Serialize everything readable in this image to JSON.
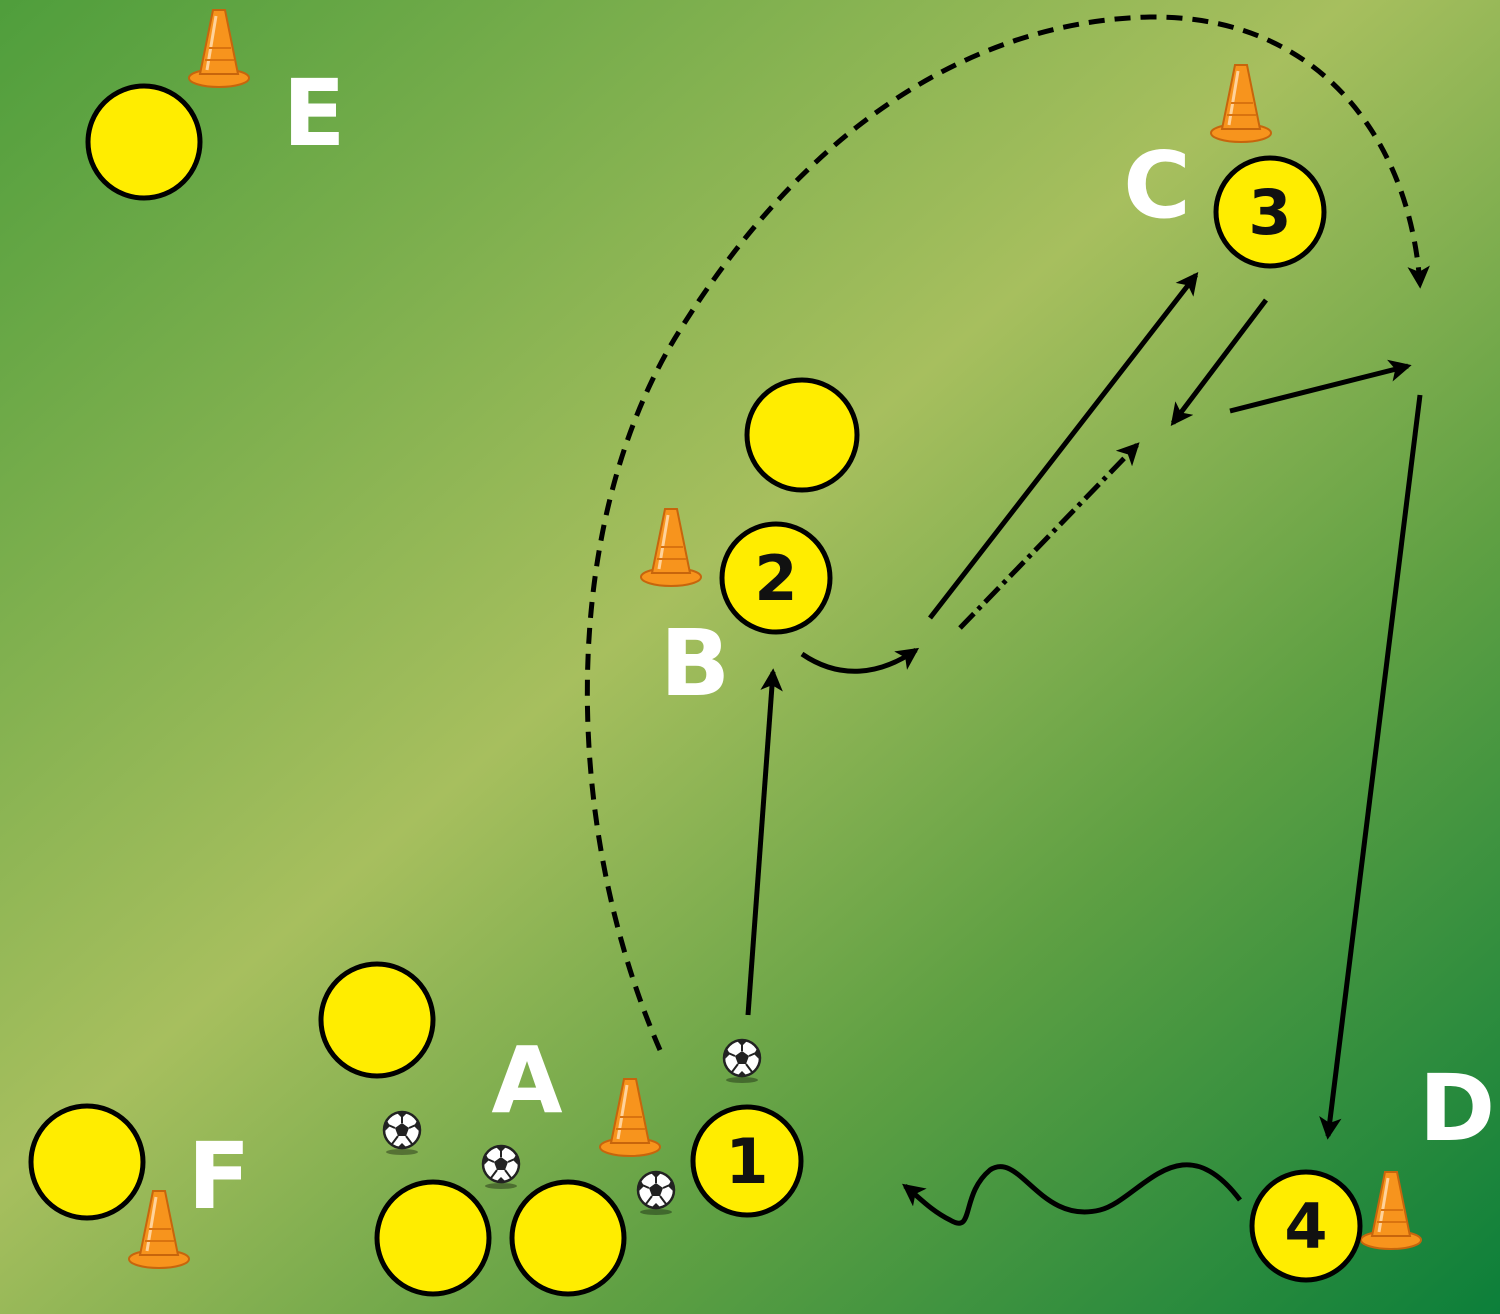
{
  "colors": {
    "field_light": "#a7bf5e",
    "field_dark": "#0c7f3a",
    "player_fill": "#ffed00",
    "cone": "#f7941d",
    "line": "#000000",
    "label": "#ffffff"
  },
  "zones": {
    "a": "A",
    "b": "B",
    "c": "C",
    "d": "D",
    "e": "E",
    "f": "F"
  },
  "players": {
    "p1": "1",
    "p2": "2",
    "p3": "3",
    "p4": "4"
  },
  "icons": {
    "player": "player-circle-icon",
    "cone": "cone-icon",
    "ball": "soccer-ball-icon"
  }
}
